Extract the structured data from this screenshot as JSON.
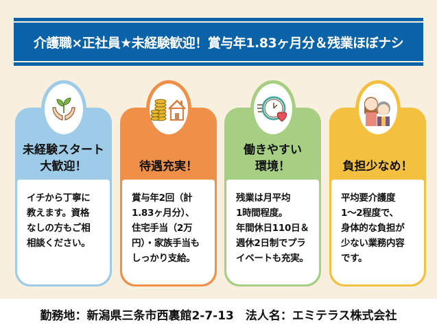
{
  "banner": {
    "title": "介護職×正社員★未経験歓迎！賞与年1.83ヶ月分＆残業ほぼナシ",
    "background_color": "#0a63a8"
  },
  "cards": [
    {
      "icon": "sprout-in-hands-icon",
      "color": "#9ecbe8",
      "heading": "未経験スタート\n大歓迎！",
      "body": "イチから丁寧に\n教えます。資格\nなしの方もご相\n相談ください。"
    },
    {
      "icon": "coins-and-house-icon",
      "color": "#f09048",
      "heading": "待遇充実！",
      "body": "賞与年2回（計\n1.83ヶ月分）、\n住宅手当（2万\n円）・家族手当も\nしっかり支給。"
    },
    {
      "icon": "clock-with-heart-icon",
      "color": "#a6cf84",
      "heading": "働きやすい\n環境！",
      "body": "残業は月平均\n1時間程度。\n年間休日110日＆\n週休2日制でプラ\nイベートも充実。"
    },
    {
      "icon": "caregiver-and-elder-icon",
      "color": "#f4c040",
      "heading": "負担少なめ！",
      "body": "平均要介護度\n1〜2程度で、\n身体的な負担が\n少ない業務内容\nです。"
    }
  ],
  "footer": {
    "text": "勤務地：新潟県三条市西裏館2-7-13　法人名：エミテラス株式会社"
  }
}
